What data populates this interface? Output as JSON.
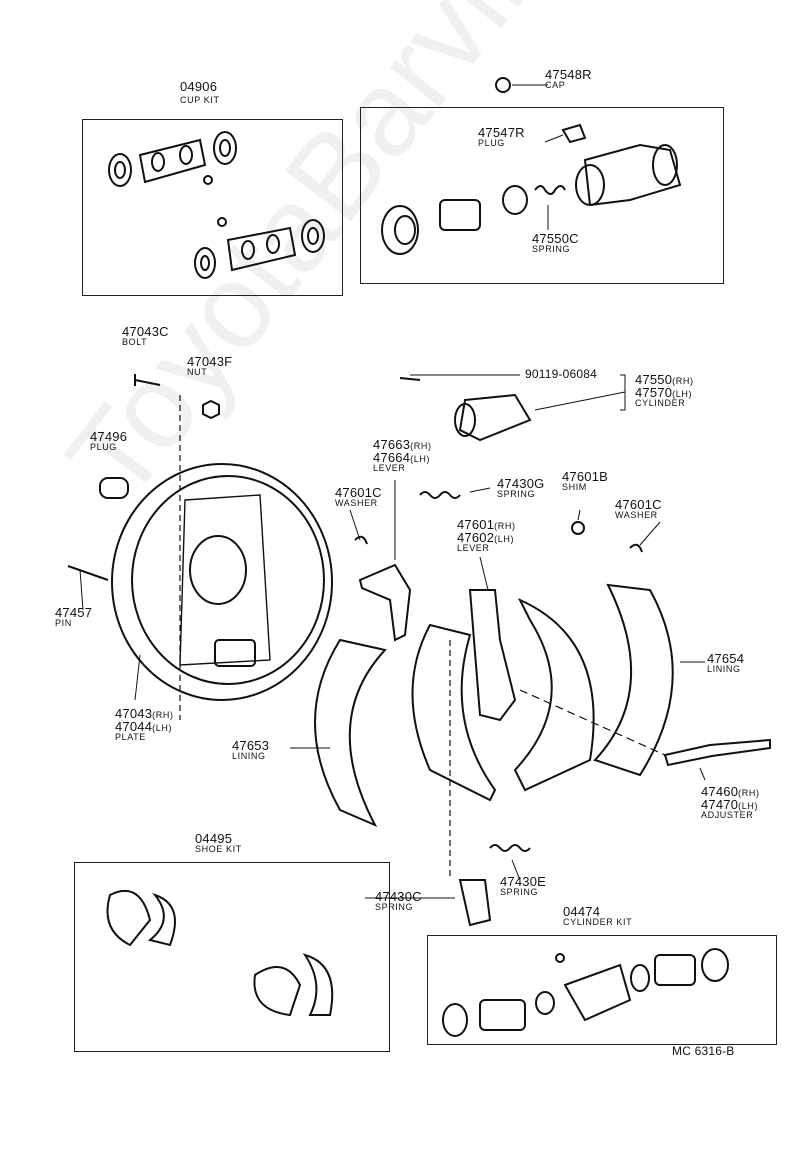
{
  "watermark": "ToyotaBarvine.ru",
  "drawing_code": "MC 6316-B",
  "labels": {
    "p04906": {
      "num": "04906",
      "name": "CUP KIT"
    },
    "p47548R": {
      "num": "47548R",
      "name": "CAP"
    },
    "p47547R": {
      "num": "47547R",
      "name": "PLUG"
    },
    "p47550C": {
      "num": "47550C",
      "name": "SPRING"
    },
    "p47043C": {
      "num": "47043C",
      "name": "BOLT"
    },
    "p47043F": {
      "num": "47043F",
      "name": "NUT"
    },
    "p90119": {
      "num": "90119-06084"
    },
    "p47550": {
      "num": "47550",
      "suffix": "(RH)"
    },
    "p47570": {
      "num": "47570",
      "suffix": "(LH)",
      "name": "CYLINDER"
    },
    "p47496": {
      "num": "47496",
      "name": "PLUG"
    },
    "p47663": {
      "num": "47663",
      "suffix": "(RH)"
    },
    "p47664": {
      "num": "47664",
      "suffix": "(LH)",
      "name": "LEVER"
    },
    "p47601C_a": {
      "num": "47601C",
      "name": "WASHER"
    },
    "p47430G": {
      "num": "47430G",
      "name": "SPRING"
    },
    "p47601B": {
      "num": "47601B",
      "name": "SHIM"
    },
    "p47601C_b": {
      "num": "47601C",
      "name": "WASHER"
    },
    "p47601": {
      "num": "47601",
      "suffix": "(RH)"
    },
    "p47602": {
      "num": "47602",
      "suffix": "(LH)",
      "name": "LEVER"
    },
    "p47457": {
      "num": "47457",
      "name": "PIN"
    },
    "p47654": {
      "num": "47654",
      "name": "LINING"
    },
    "p47043": {
      "num": "47043",
      "suffix": "(RH)"
    },
    "p47044": {
      "num": "47044",
      "suffix": "(LH)",
      "name": "PLATE"
    },
    "p47653": {
      "num": "47653",
      "name": "LINING"
    },
    "p47460": {
      "num": "47460",
      "suffix": "(RH)"
    },
    "p47470": {
      "num": "47470",
      "suffix": "(LH)",
      "name": "ADJUSTER"
    },
    "p04495": {
      "num": "04495",
      "name": "SHOE KIT"
    },
    "p47430E": {
      "num": "47430E",
      "name": "SPRING"
    },
    "p47430C": {
      "num": "47430C",
      "name": "SPRING"
    },
    "p04474": {
      "num": "04474",
      "name": "CYLINDER KIT"
    }
  }
}
